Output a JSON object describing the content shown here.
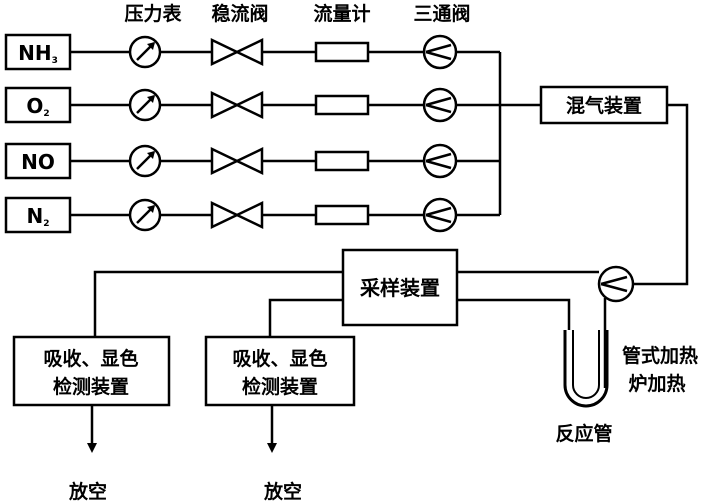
{
  "header": {
    "pressure_gauge": "压力表",
    "stabilizing_valve": "稳流阀",
    "flowmeter": "流量计",
    "three_way_valve": "三通阀"
  },
  "gases": [
    {
      "main": "NH",
      "sub": "3"
    },
    {
      "main": "O",
      "sub": "2"
    },
    {
      "main": "NO",
      "sub": ""
    },
    {
      "main": "N",
      "sub": "2"
    }
  ],
  "mixer": "混气装置",
  "sampler": "采样装置",
  "detector_left": {
    "line1": "吸收、显色",
    "line2": "检测装置"
  },
  "detector_right": {
    "line1": "吸收、显色",
    "line2": "检测装置"
  },
  "furnace": {
    "line1": "管式加热",
    "line2": "炉加热"
  },
  "reaction_tube": "反应管",
  "vent_left": "放空",
  "vent_right": "放空"
}
